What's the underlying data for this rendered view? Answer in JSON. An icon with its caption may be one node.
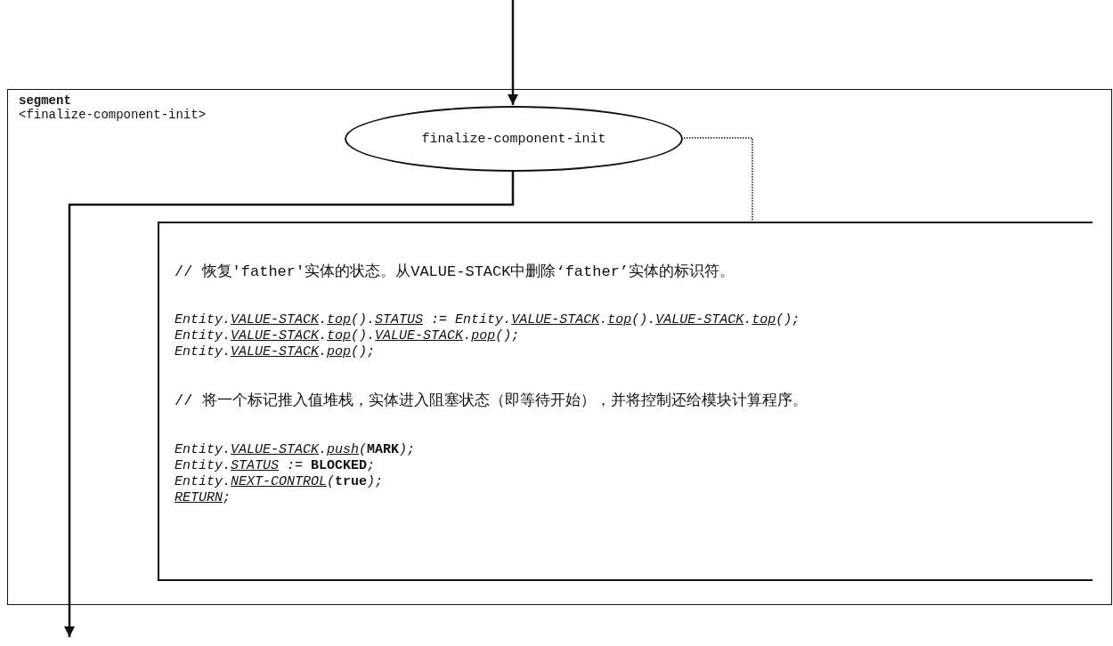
{
  "diagram": {
    "nodes": [
      {
        "text": [
          "segment",
          "<finalize-component-init>"
        ]
      },
      {
        "text": [
          "finalize-component-init"
        ],
        "in": 0
      },
      {
        "text": [
          "// 恢复'father'实体的状态。从VALUE-STACK中删除‘father’实体的标识符。",
          "Entity.*VALUE-STACK*.*top*().*STATUS* := Entity.*VALUE-STACK*.*top*().*VALUE-STACK*.*top*();",
          "Entity.*VALUE-STACK*.*top*().*VALUE-STACK*.*pop*();",
          "Entity.*VALUE-STACK*.*pop*();",
          "// 将一个标记推入值堆栈，实体进入阻塞状态（即等待开始），并将控制还给模块计算程序。",
          "Entity.*VALUE-STACK*.*push*(**MARK**);",
          "Entity.*STATUS* := **BLOCKED**;",
          "Entity.*NEXT-CONTROL*(**true**);",
          "*RETURN*;"
        ],
        "in": 0
      }
    ],
    "edges": [
      {
        "from": null,
        "to": 1,
        "arrow": "to"
      },
      {
        "from": 1,
        "to": null,
        "arrow": "to"
      },
      {
        "from": 1,
        "to": 2,
        "arrow": "none",
        "style": "dashed"
      }
    ]
  }
}
